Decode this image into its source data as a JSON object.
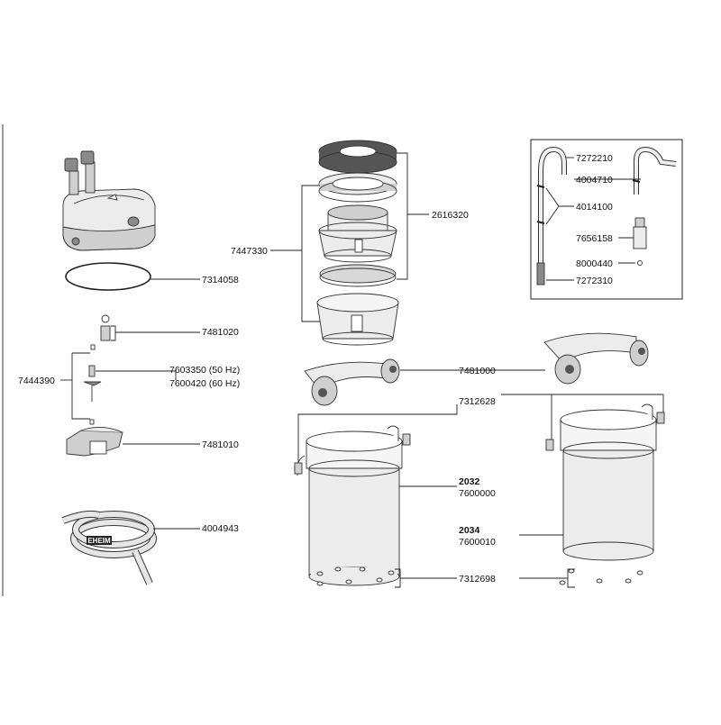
{
  "colors": {
    "ink": "#222222",
    "part_light": "#ececec",
    "part_mid": "#cfcfcf",
    "part_dark": "#8a8a8a",
    "sponge": "#555555",
    "background": "#ffffff"
  },
  "labels": {
    "p7314058": "7314058",
    "p7481020": "7481020",
    "p7444390": "7444390",
    "p7603350": "7603350 (50 Hz)",
    "p7600420": "7600420 (60 Hz)",
    "p7481010": "7481010",
    "p4004943": "4004943",
    "p7447330": "7447330",
    "p2616320": "2616320",
    "p7481000": "7481000",
    "p7312628": "7312628",
    "p2032": "2032",
    "p7600000": "7600000",
    "p2034": "2034",
    "p7600010": "7600010",
    "p7312698": "7312698",
    "p7272210": "7272210",
    "p4004710": "4004710",
    "p4014100": "4014100",
    "p7656158": "7656158",
    "p8000440": "8000440",
    "p7272310": "7272310"
  },
  "hose_brand": "EHEIM",
  "icons": [
    "pump-head-part",
    "o-ring-part",
    "impeller-part",
    "hose-part",
    "canister-part",
    "filter-basket-part",
    "sponge-part",
    "clamp-part",
    "intake-tube-part",
    "spray-bar-part"
  ]
}
